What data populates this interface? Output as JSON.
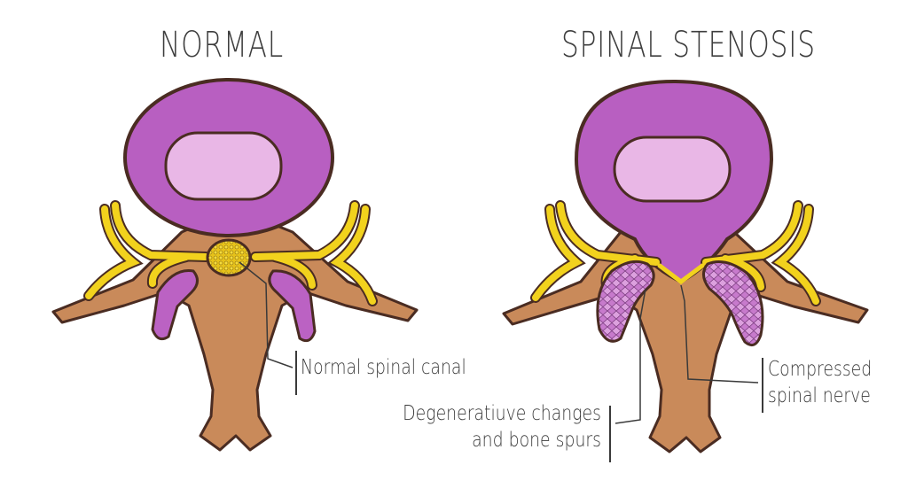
{
  "titles": {
    "normal": "NORMAL",
    "stenosis": "SPINAL STENOSIS"
  },
  "labels": {
    "normal_canal": "Normal spinal canal",
    "degenerative_line1": "Degeneratiuve changes",
    "degenerative_line2": "and bone spurs",
    "compressed_line1": "Compressed",
    "compressed_line2": "spinal nerve"
  },
  "colors": {
    "disc_outer": "#b85fc1",
    "disc_inner": "#e9b7e6",
    "bone": "#c98a5a",
    "nerve": "#f2d21d",
    "outline": "#4a2c22",
    "bone_spur": "#bf6fc5"
  }
}
